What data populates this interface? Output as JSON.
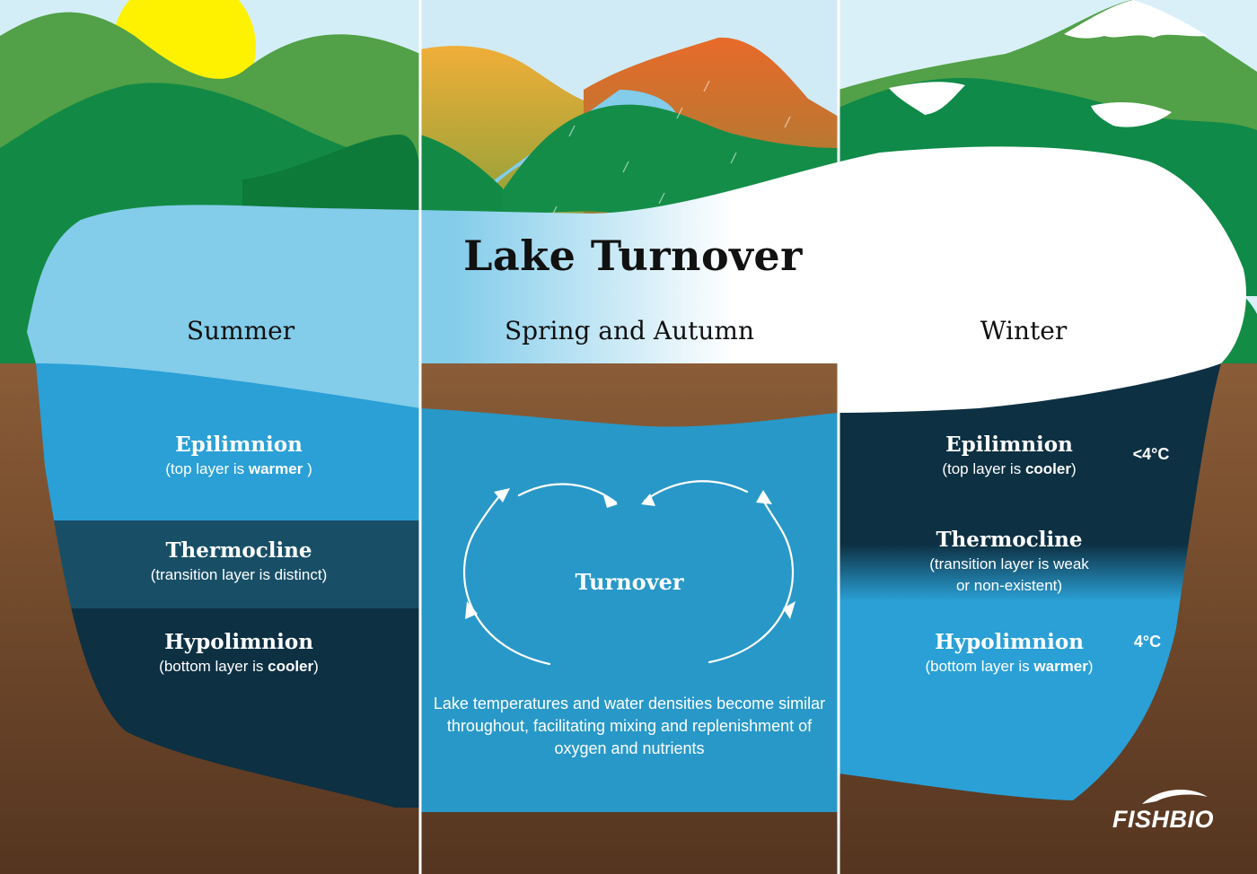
{
  "title": "Lake Turnover",
  "panels": {
    "summer": {
      "heading": "Summer",
      "epilimnion": {
        "name": "Epilimnion",
        "pre": "(top layer is ",
        "bold": "warmer",
        "post": " )"
      },
      "thermocline": {
        "name": "Thermocline",
        "desc": "(transition layer is distinct)"
      },
      "hypolimnion": {
        "name": "Hypolimnion",
        "pre": "(bottom layer is ",
        "bold": "cooler",
        "post": ")"
      }
    },
    "spring_autumn": {
      "heading": "Spring and Autumn",
      "center_label": "Turnover",
      "description": "Lake temperatures and water densities become similar throughout, facilitating mixing and replenishment of oxygen and nutrients"
    },
    "winter": {
      "heading": "Winter",
      "epilimnion": {
        "name": "Epilimnion",
        "pre": "(top layer is ",
        "bold": "cooler",
        "post": ")",
        "temp": "<4°C"
      },
      "thermocline": {
        "name": "Thermocline",
        "desc_line1": "(transition layer is weak",
        "desc_line2": "or non-existent)"
      },
      "hypolimnion": {
        "name": "Hypolimnion",
        "pre": "(bottom layer is ",
        "bold": "warmer",
        "post": ")",
        "temp": "4°C"
      }
    }
  },
  "logo": "FISHBIO",
  "icons": {
    "sun": "sun-icon",
    "snow": "snow-cap-icon",
    "arrows": "circulation-arrows-icon",
    "logo": "fishbio-fish-logo-icon"
  },
  "colors": {
    "sky": "#d4eef7",
    "green_dark": "#128a45",
    "green_light": "#52a047",
    "lake_light": "#83ccea",
    "water_blue": "#2aa0d6",
    "thermocline": "#184f67",
    "deep": "#0d3042",
    "soil": "#6b4427",
    "sun": "#fff200",
    "ice": "#ffffff"
  }
}
